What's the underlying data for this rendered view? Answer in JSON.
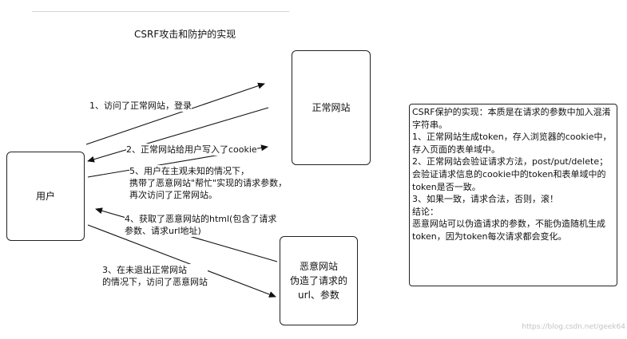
{
  "title": "CSRF攻击和防护的实现",
  "boxes": {
    "user": "用户",
    "normal_site": "正常网站",
    "evil_site": "恶意网站\n伪造了请求的\nurl、参数"
  },
  "labels": {
    "step1": "1、访问了正常网站，登录",
    "step2": "2、正常网站给用户写入了cookie",
    "step3": "3、在未退出正常网站\n的情况下，访问了恶意网站",
    "step4": "4、获取了恶意网站的html(包含了请求\n参数、请求url地址)",
    "step5": "5、用户在主观未知的情况下，\n携带了恶意网站\"帮忙\"实现的请求参数，\n再次访问了正常网站。"
  },
  "note": "CSRF保护的实现：本质是在请求的参数中加入混淆字符串。\n1、正常网站生成token，存入浏览器的cookie中，存入页面的表单域中。\n2、正常网站会验证请求方法，post/put/delete；会验证请求信息的cookie中的token和表单域中的token是否一致。\n3、如果一致，请求合法，否则，滚！\n结论：\n恶意网站可以伪造请求的参数，不能伪造随机生成token，因为token每次请求都会变化。",
  "watermark": "https://blog.csdn.net/geek64"
}
